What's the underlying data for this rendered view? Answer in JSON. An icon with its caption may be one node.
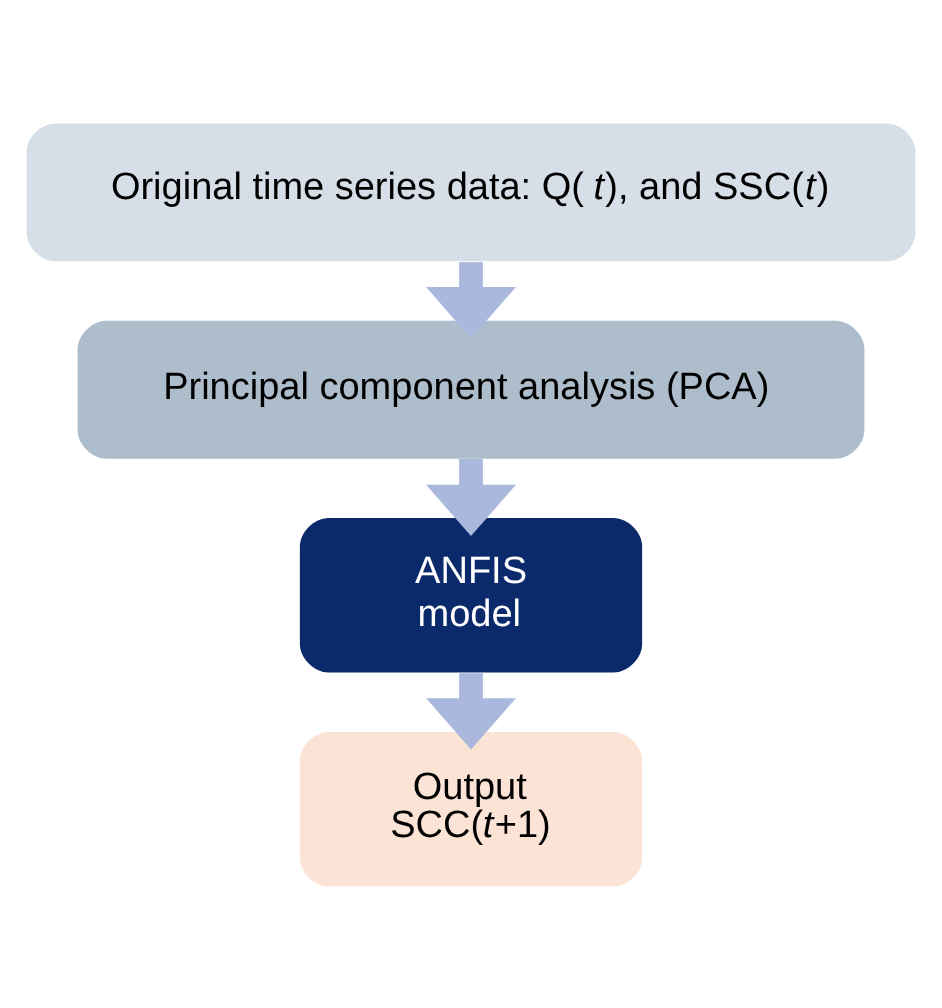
{
  "diagram": {
    "nodes": [
      {
        "text": [
          "Original time series data: Q(*t*), and SSC(*t*)"
        ]
      },
      {
        "text": [
          "Principal component analysis (PCA)"
        ]
      },
      {
        "text": [
          "ANFIS model"
        ]
      },
      {
        "text": [
          "Output SCC(*t*+1)"
        ]
      }
    ],
    "edges": [
      {
        "from": 0,
        "to": 1,
        "arrow": "to"
      },
      {
        "from": 1,
        "to": 2,
        "arrow": "to"
      },
      {
        "from": 2,
        "to": 3,
        "arrow": "to"
      }
    ]
  }
}
